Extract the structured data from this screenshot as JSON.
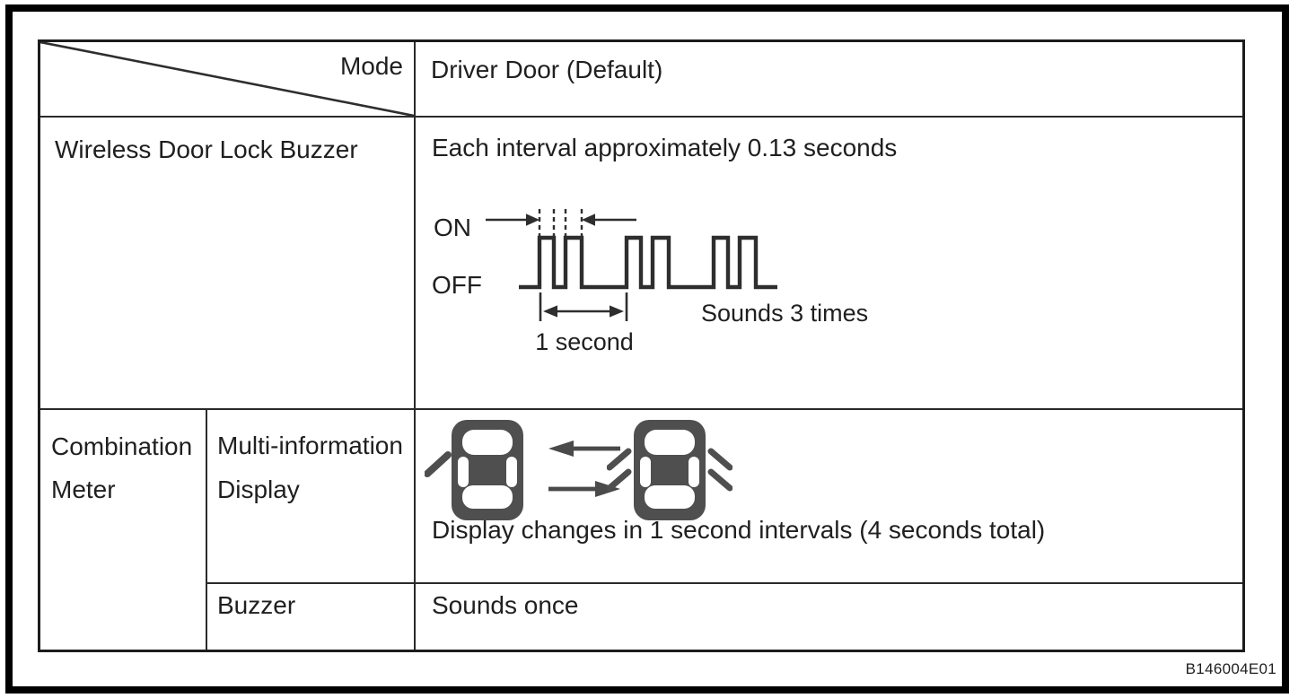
{
  "figure_code": "B146004E01",
  "header": {
    "corner_label": "Mode",
    "value": "Driver Door (Default)"
  },
  "wireless_row": {
    "label": "Wireless Door Lock Buzzer",
    "description": "Each interval approximately 0.13 seconds",
    "waveform": {
      "on_label": "ON",
      "off_label": "OFF",
      "period_label": "1 second",
      "sounds_label": "Sounds 3 times"
    }
  },
  "combination_row": {
    "label_line1": "Combination",
    "label_line2": "Meter",
    "multi_info": {
      "label_line1": "Multi-information",
      "label_line2": "Display",
      "caption": "Display changes in 1 second intervals (4 seconds total)"
    },
    "buzzer": {
      "label": "Buzzer",
      "value": "Sounds once"
    }
  },
  "colors": {
    "ink": "#1f1f1f",
    "line": "#2e2e2e",
    "icon_gray": "#4f4f4f"
  }
}
